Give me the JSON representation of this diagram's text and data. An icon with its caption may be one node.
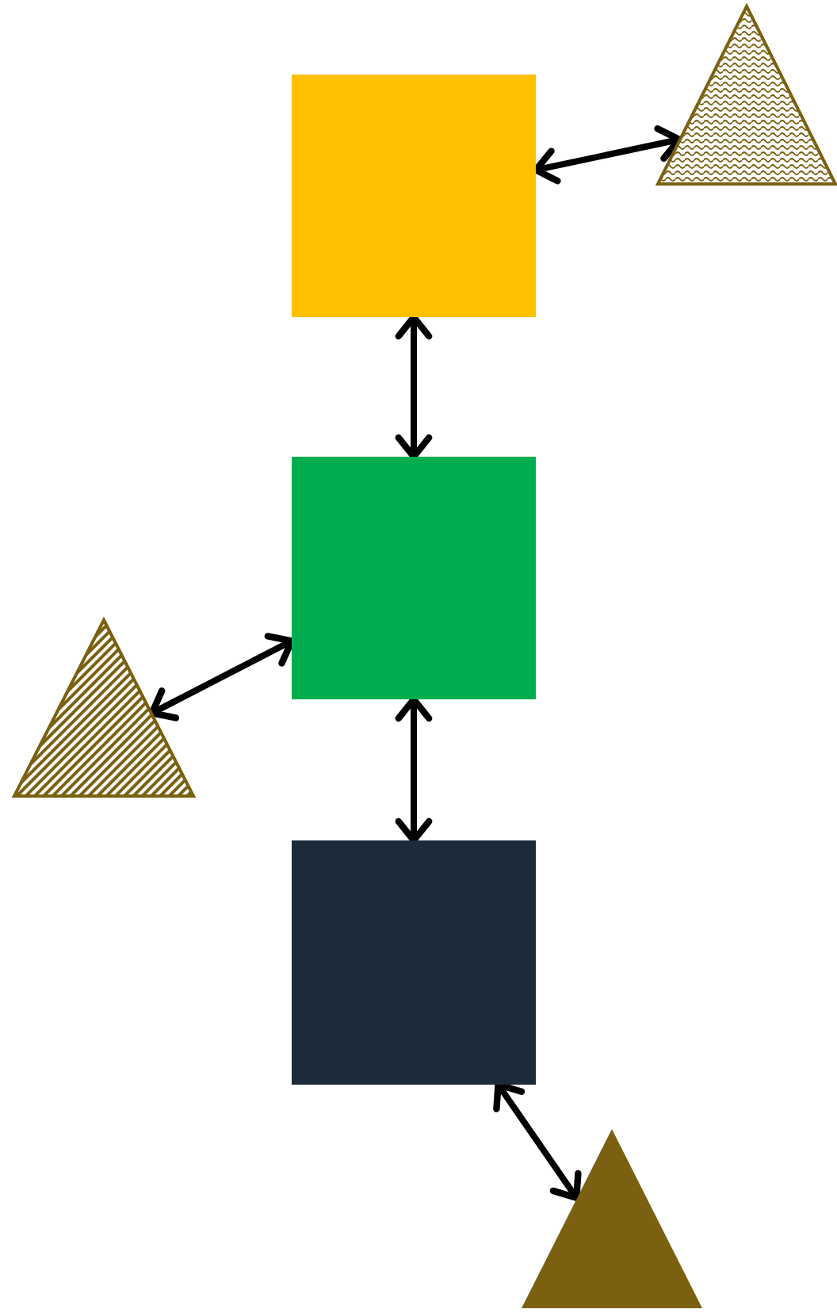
{
  "diagram": {
    "nodes": [
      {
        "text": [],
        "shape": "box"
      },
      {
        "text": [],
        "shape": "triangle"
      },
      {
        "text": [],
        "shape": "box"
      },
      {
        "text": [],
        "shape": "triangle"
      },
      {
        "text": [],
        "shape": "box"
      },
      {
        "text": [],
        "shape": "triangle"
      }
    ],
    "edges": [
      {
        "from": 0,
        "to": 1,
        "arrow": "both"
      },
      {
        "from": 0,
        "to": 2,
        "arrow": "both"
      },
      {
        "from": 2,
        "to": 3,
        "arrow": "both"
      },
      {
        "from": 2,
        "to": 4,
        "arrow": "both"
      },
      {
        "from": 4,
        "to": 5,
        "arrow": "both"
      }
    ]
  }
}
